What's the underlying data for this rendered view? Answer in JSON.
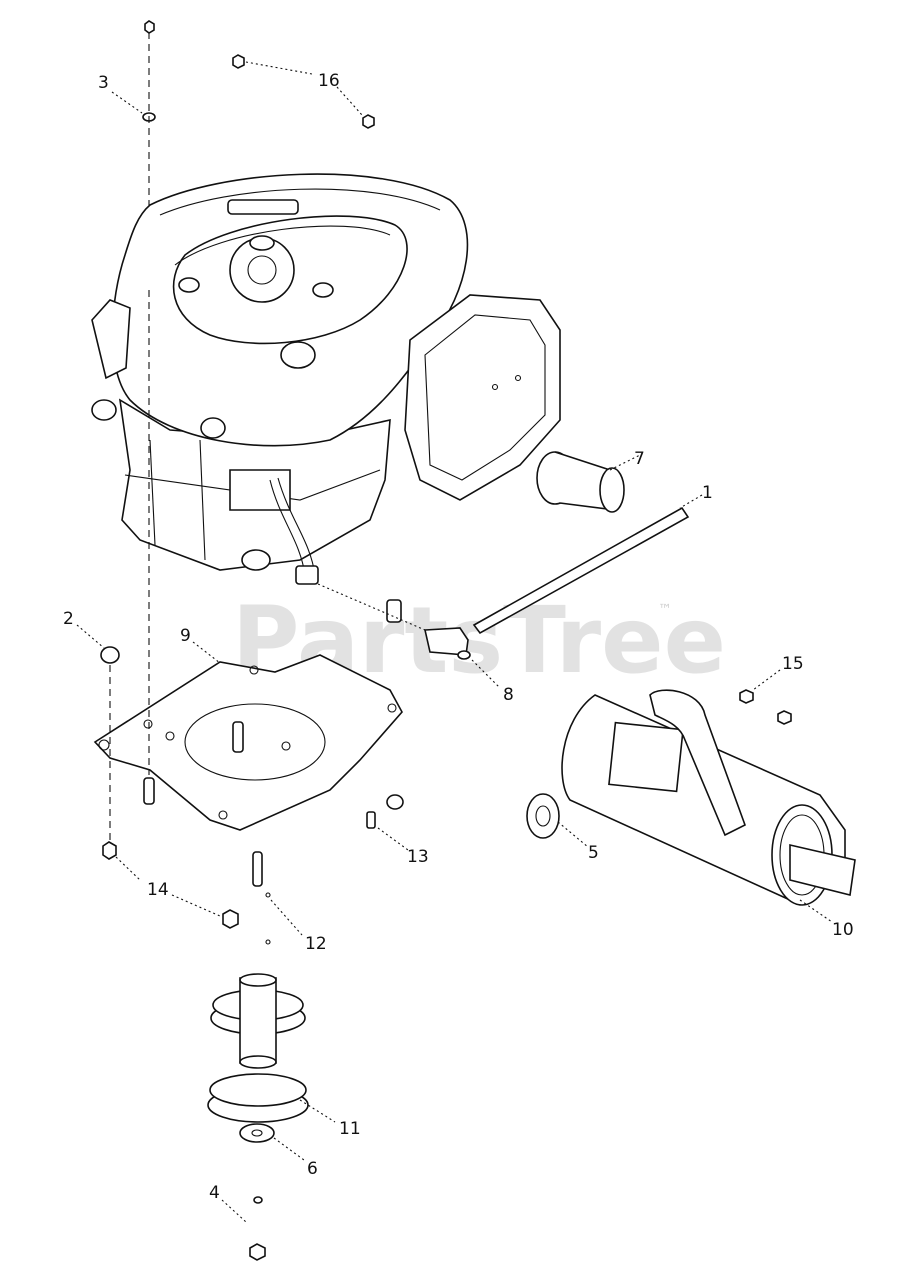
{
  "watermark": {
    "text": "PartsTree",
    "trademark": "™"
  },
  "callouts": {
    "c1": "1",
    "c2": "2",
    "c3": "3",
    "c4": "4",
    "c5": "5",
    "c6": "6",
    "c7": "7",
    "c8": "8",
    "c9": "9",
    "c10": "10",
    "c11": "11",
    "c12": "12",
    "c13": "13",
    "c14": "14",
    "c15": "15",
    "c16": "16"
  }
}
